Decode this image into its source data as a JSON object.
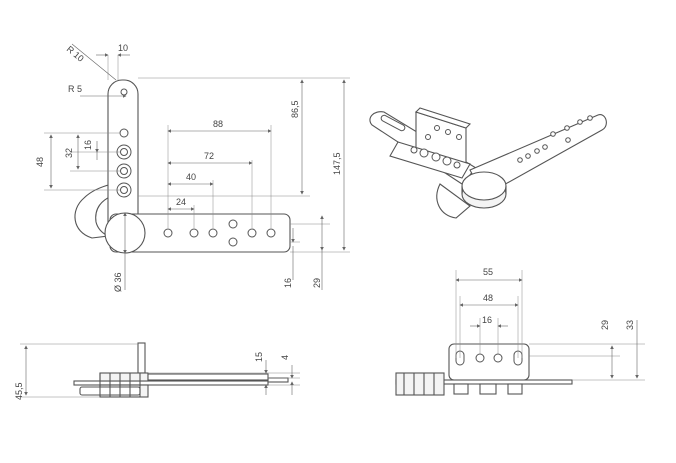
{
  "dimensions": {
    "r10": "R 10",
    "w10": "10",
    "r5": "R 5",
    "d88": "88",
    "d86_5": "86,5",
    "d147_5": "147,5",
    "d48": "48",
    "d32": "32",
    "d16_left": "16",
    "d72": "72",
    "d40": "40",
    "d24": "24",
    "d16_bottom": "16",
    "d29_bottom": "29",
    "dia36": "Ø 36",
    "d15": "15",
    "d4": "4",
    "d45_5": "45,5",
    "d55": "55",
    "d48_right": "48",
    "d16_right": "16",
    "d29_right": "29",
    "d33": "33"
  }
}
